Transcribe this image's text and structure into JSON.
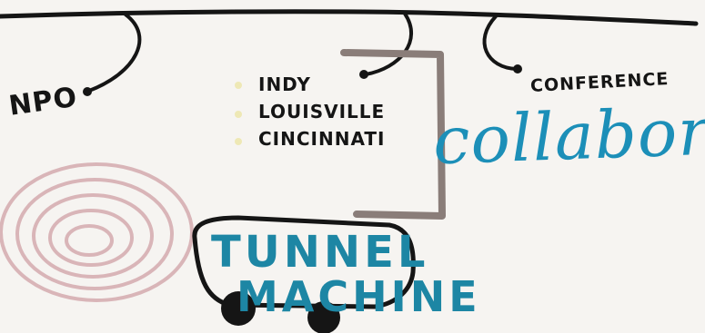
{
  "sketch": {
    "branches": {
      "npo": "NPO",
      "cities": [
        "INDY",
        "LOUISVILLE",
        "CINCINNATI"
      ],
      "conference": "CONFERENCE"
    },
    "collab_word": "collabor",
    "vehicle": {
      "line1": "TUNNEL",
      "line2": "MACHINE"
    },
    "colors": {
      "ink": "#151515",
      "blue": "#1c8fb8",
      "blue_dark": "#1d86a4",
      "bracket": "#8a7d79",
      "spiral": "#d9b5b8",
      "paper": "#f6f4f1"
    }
  }
}
